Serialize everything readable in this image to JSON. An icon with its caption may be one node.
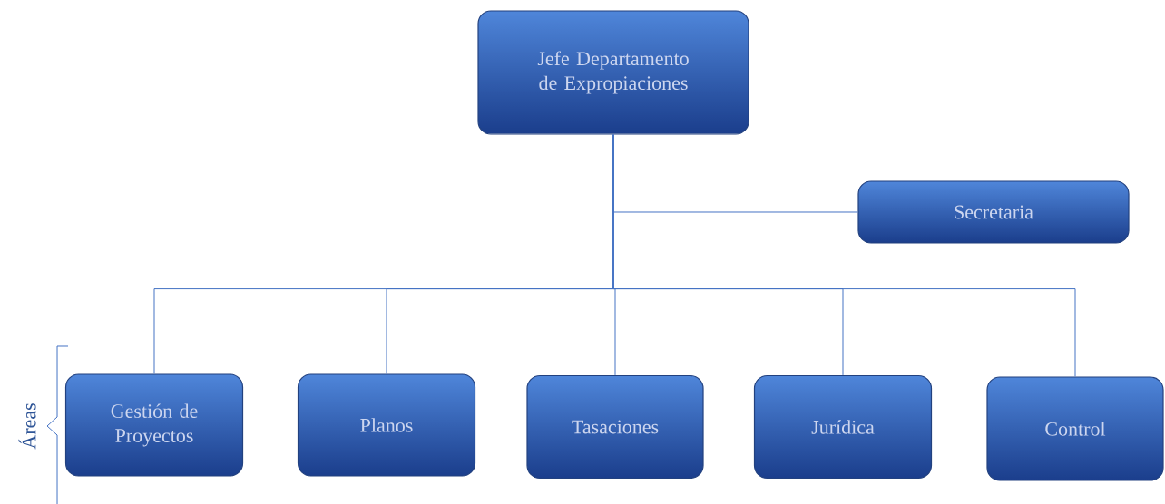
{
  "diagram": {
    "nodes": [
      {
        "text": [
          "Jefe Departamento de Expropiaciones"
        ]
      },
      {
        "text": [
          "Secretaria"
        ]
      },
      {
        "text": [
          "Gestión de Proyectos"
        ]
      },
      {
        "text": [
          "Planos"
        ]
      },
      {
        "text": [
          "Tasaciones"
        ]
      },
      {
        "text": [
          "Jurídica"
        ]
      },
      {
        "text": [
          "Control"
        ]
      }
    ],
    "edges": [
      {
        "from": 0,
        "to": 1,
        "arrow": "none"
      },
      {
        "from": 0,
        "to": 2,
        "arrow": "none"
      },
      {
        "from": 0,
        "to": 3,
        "arrow": "none"
      },
      {
        "from": 0,
        "to": 4,
        "arrow": "none"
      },
      {
        "from": 0,
        "to": 5,
        "arrow": "none"
      },
      {
        "from": 0,
        "to": 6,
        "arrow": "none"
      }
    ],
    "labels": [
      "Áreas"
    ]
  }
}
